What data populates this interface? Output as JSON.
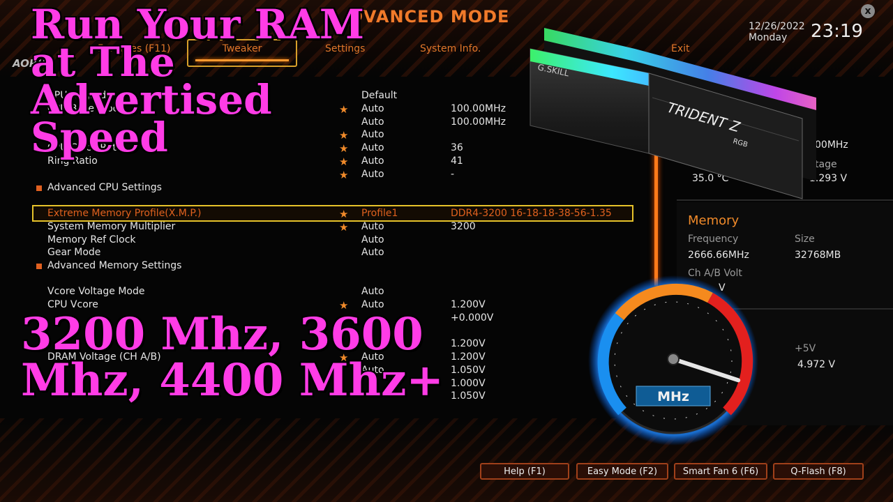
{
  "header": {
    "mode_title": "DVANCED MODE",
    "brand": "AORU",
    "date": "12/26/2022",
    "day": "Monday",
    "time": "23:19",
    "close_label": "x"
  },
  "tabs": [
    {
      "label": "Favorites (F11)"
    },
    {
      "label": "Tweaker"
    },
    {
      "label": "Settings"
    },
    {
      "label": "System Info."
    },
    {
      "label": "Exit"
    }
  ],
  "settings_rows": [
    {
      "name": "CPU Upgrade",
      "star": false,
      "setting": "Default",
      "value": ""
    },
    {
      "name": "CPU Base Clock",
      "star": true,
      "setting": "Auto",
      "value": "100.00MHz"
    },
    {
      "name": "",
      "star": false,
      "setting": "Auto",
      "value": "100.00MHz"
    },
    {
      "name": "",
      "star": true,
      "setting": "Auto",
      "value": ""
    },
    {
      "name": "CPU Clock Ratio",
      "star": true,
      "setting": "Auto",
      "value": "36"
    },
    {
      "name": "Ring Ratio",
      "star": true,
      "setting": "Auto",
      "value": "41"
    },
    {
      "name": "",
      "star": true,
      "setting": "Auto",
      "value": "-"
    },
    {
      "name": "Advanced CPU Settings",
      "star": false,
      "setting": "",
      "value": ""
    }
  ],
  "memory_rows": [
    {
      "name": "Extreme Memory Profile(X.M.P.)",
      "star": true,
      "setting": "Profile1",
      "value": "DDR4-3200 16-18-18-38-56-1.35"
    },
    {
      "name": "System Memory Multiplier",
      "star": true,
      "setting": "Auto",
      "value": "3200"
    },
    {
      "name": "Memory Ref Clock",
      "star": false,
      "setting": "Auto",
      "value": ""
    },
    {
      "name": "Gear Mode",
      "star": false,
      "setting": "Auto",
      "value": ""
    },
    {
      "name": "Advanced Memory Settings",
      "star": false,
      "setting": "",
      "value": ""
    }
  ],
  "voltage_rows": [
    {
      "name": "Vcore Voltage Mode",
      "star": false,
      "setting": "Auto",
      "value": ""
    },
    {
      "name": "CPU Vcore",
      "star": true,
      "setting": "Auto",
      "value": "1.200V"
    },
    {
      "name": "",
      "star": false,
      "setting": "",
      "value": "+0.000V"
    },
    {
      "name": "",
      "star": false,
      "setting": "",
      "value": ""
    },
    {
      "name": "",
      "star": false,
      "setting": "",
      "value": "1.200V"
    },
    {
      "name": "DRAM Voltage    (CH A/B)",
      "star": true,
      "setting": "Auto",
      "value": "1.200V"
    },
    {
      "name": "",
      "star": false,
      "setting": "Auto",
      "value": "1.050V"
    },
    {
      "name": "",
      "star": false,
      "setting": "",
      "value": "1.000V"
    },
    {
      "name": "",
      "star": false,
      "setting": "",
      "value": "1.050V"
    }
  ],
  "side": {
    "cpu_freq_value": "00MHz",
    "cpu_voltage_label": "tage",
    "cpu_temp": "35.0 °C",
    "cpu_voltage": "1.293 V",
    "memory_title": "Memory",
    "freq_label": "Frequency",
    "freq_value": "2666.66MHz",
    "size_label": "Size",
    "size_value": "32768MB",
    "volt_label": "Ch A/B Volt",
    "volt_value": "V",
    "plus5_label": "+5V",
    "plus5_value": "4.972 V"
  },
  "ram": {
    "brand": "G.SKILL",
    "model": "TRIDENT Z",
    "sub": "RGB"
  },
  "gauge": {
    "unit_label": "MHz",
    "level": 0.9
  },
  "overlay": {
    "headline": "Run Your RAM at The Advertised Speed",
    "speeds": "3200 Mhz, 3600 Mhz, 4400 Mhz+"
  },
  "footer": {
    "help": "Help (F1)",
    "easy": "Easy Mode (F2)",
    "fan": "Smart Fan 6 (F6)",
    "qflash": "Q-Flash (F8)"
  },
  "colors": {
    "accent": "#e0772a",
    "highlight_border": "#e6c22a",
    "overlay_text": "#ff3ce6"
  }
}
